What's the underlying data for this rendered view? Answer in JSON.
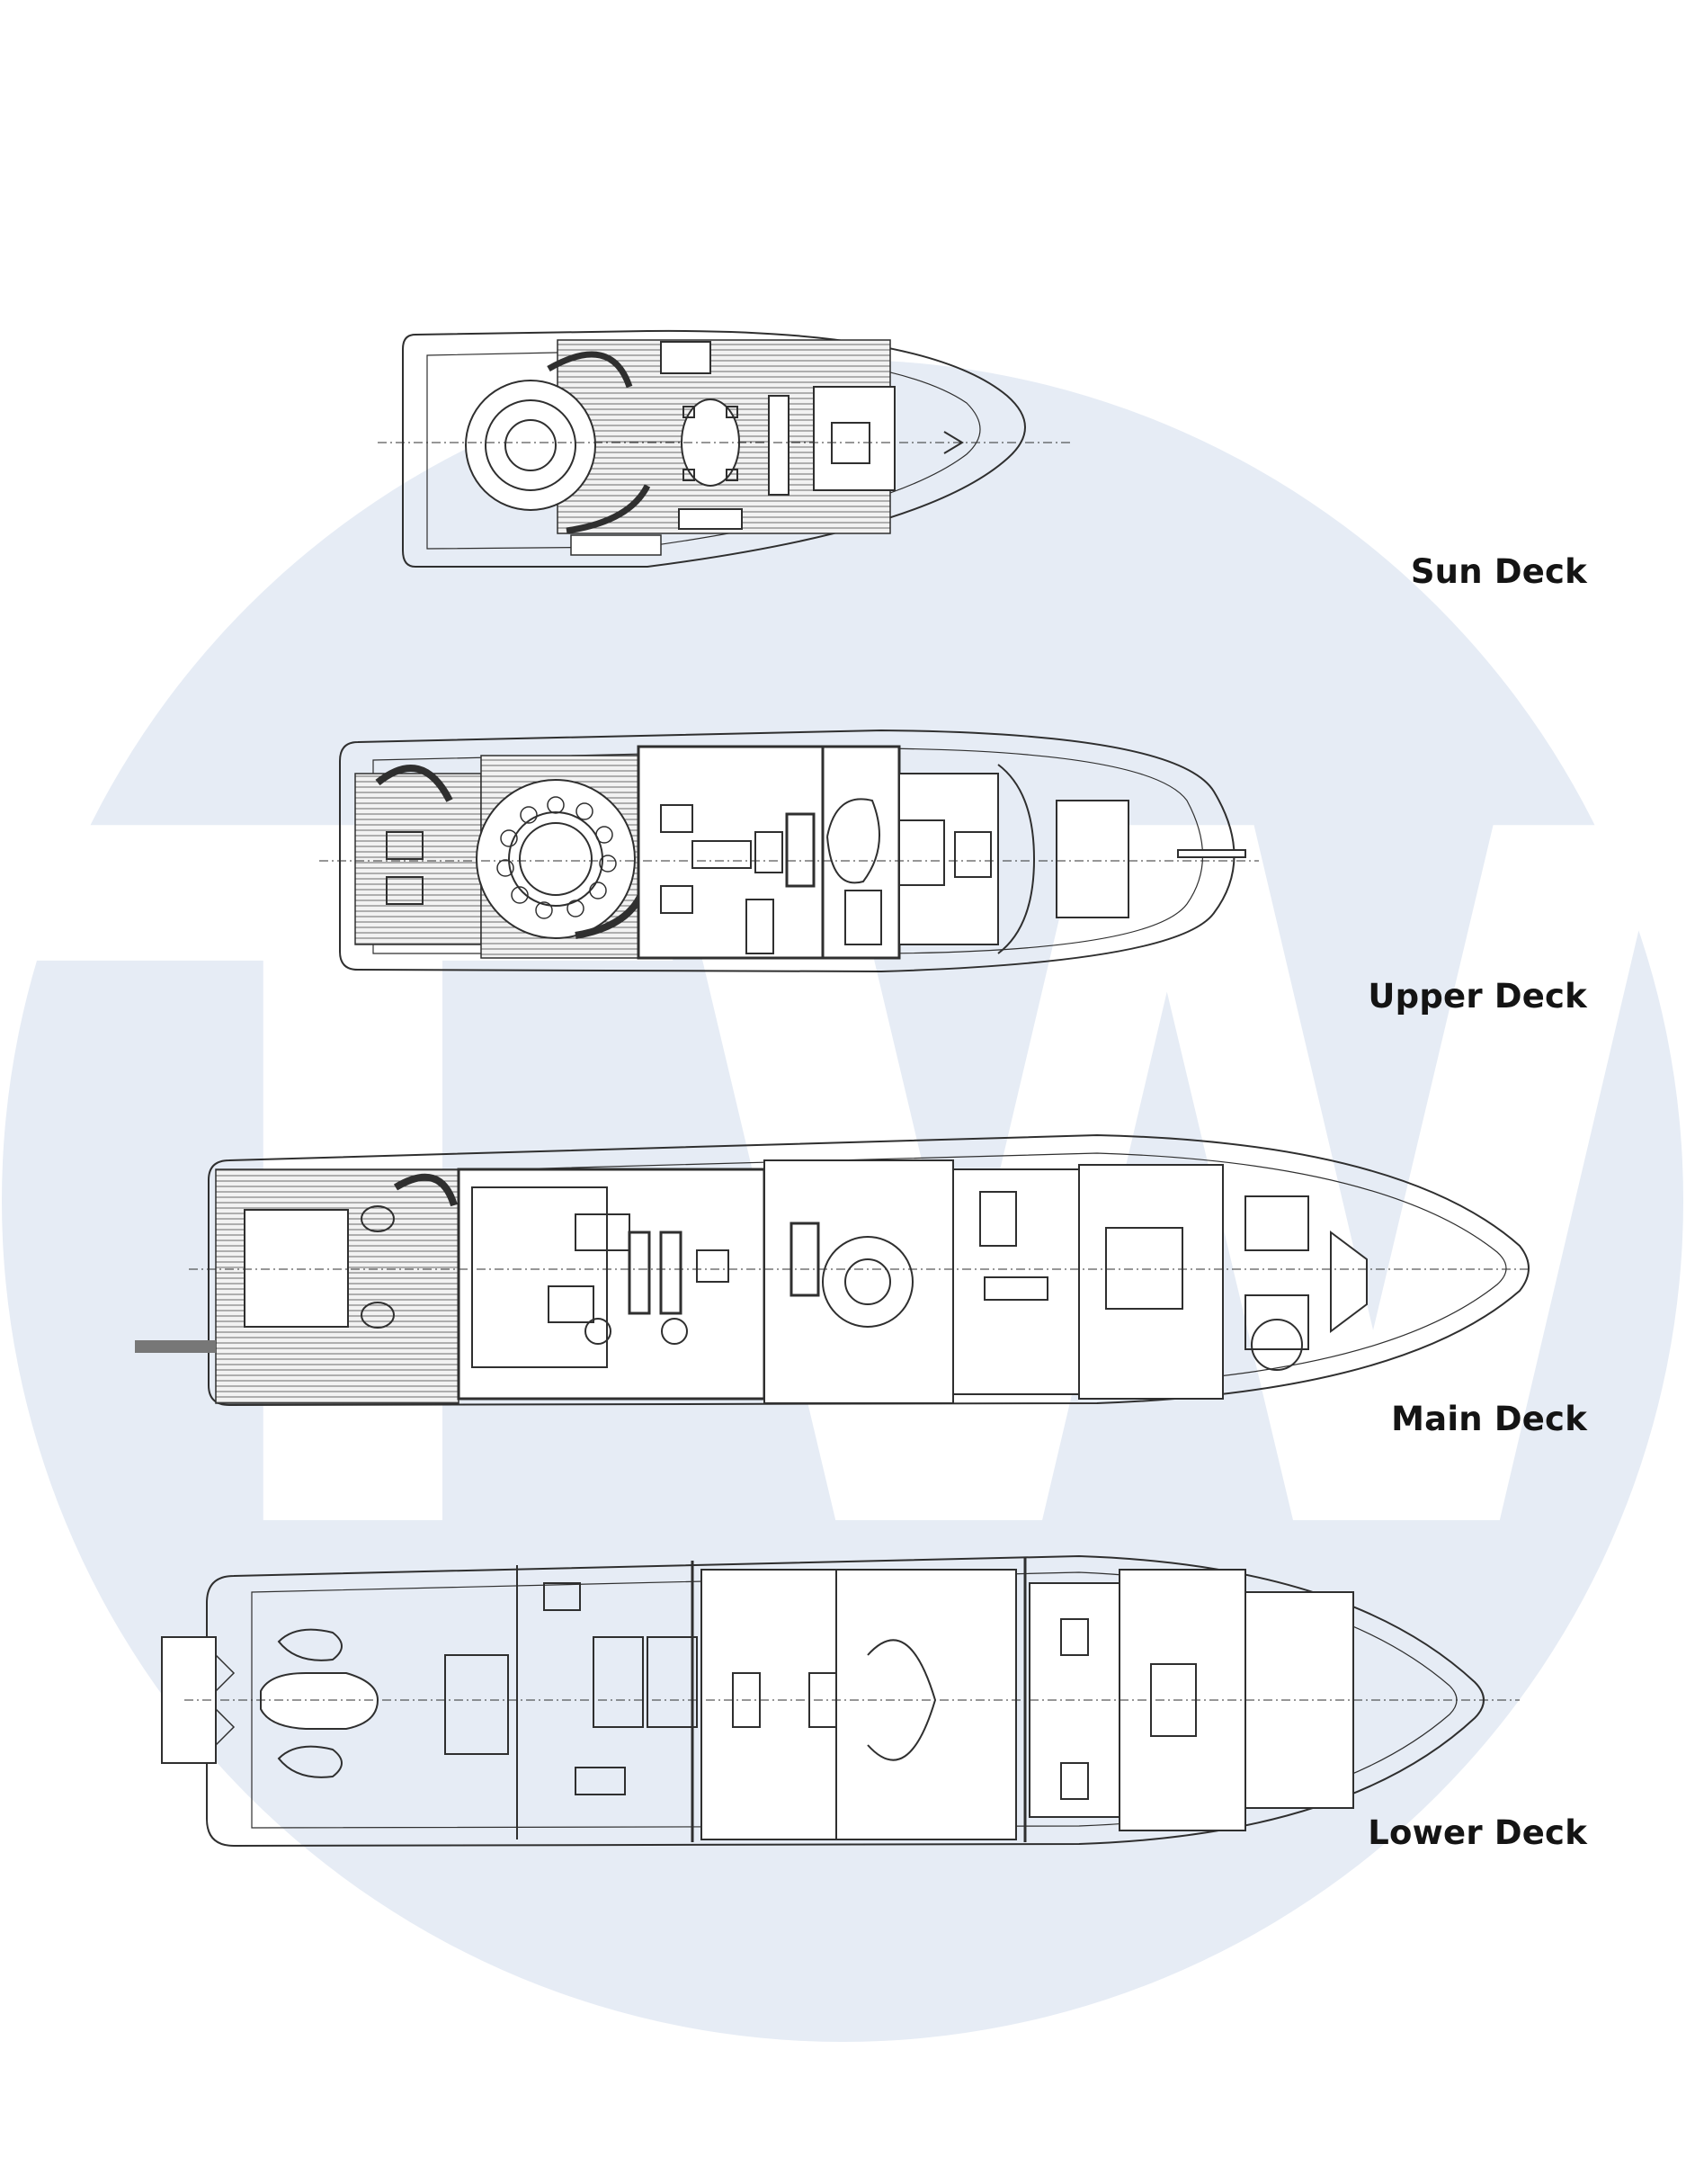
{
  "watermark": {
    "letters": "TW",
    "circle_color": "#e6ecf5",
    "letter_color": "#ffffff"
  },
  "line_color": "#2f2f2f",
  "decks": [
    {
      "id": "sun",
      "label": "Sun Deck"
    },
    {
      "id": "upper",
      "label": "Upper Deck"
    },
    {
      "id": "main",
      "label": "Main Deck"
    },
    {
      "id": "lower",
      "label": "Lower Deck"
    }
  ]
}
